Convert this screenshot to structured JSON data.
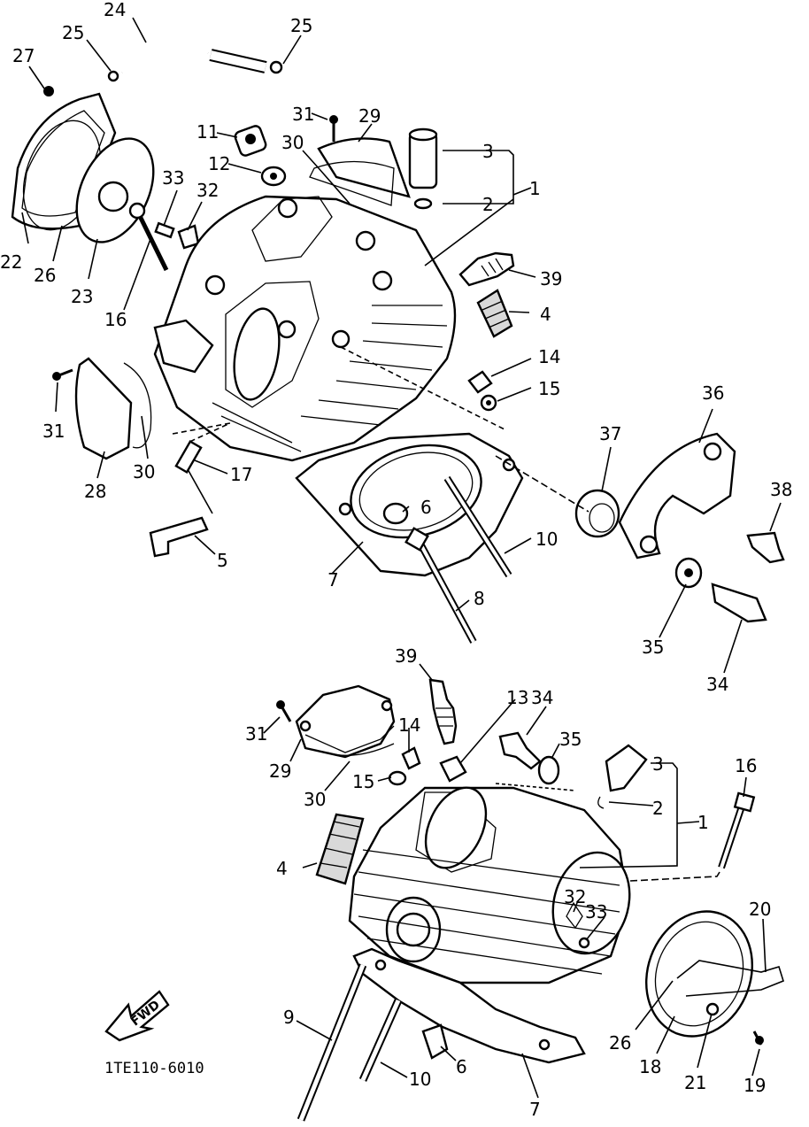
{
  "diagram_code": "1TE110-6010",
  "fwd_label": "FWD",
  "upper_view": {
    "callouts": [
      "24",
      "25",
      "25",
      "27",
      "31",
      "29",
      "3",
      "1",
      "11",
      "30",
      "12",
      "2",
      "33",
      "32",
      "22",
      "26",
      "23",
      "16",
      "39",
      "4",
      "14",
      "15",
      "31",
      "36",
      "37",
      "30",
      "28",
      "17",
      "38",
      "6",
      "5",
      "10",
      "7",
      "8",
      "35",
      "34"
    ]
  },
  "lower_view": {
    "callouts": [
      "39",
      "13",
      "31",
      "14",
      "34",
      "35",
      "3",
      "29",
      "16",
      "15",
      "2",
      "1",
      "30",
      "4",
      "20",
      "32",
      "33",
      "9",
      "26",
      "10",
      "6",
      "18",
      "21",
      "19",
      "7"
    ]
  }
}
